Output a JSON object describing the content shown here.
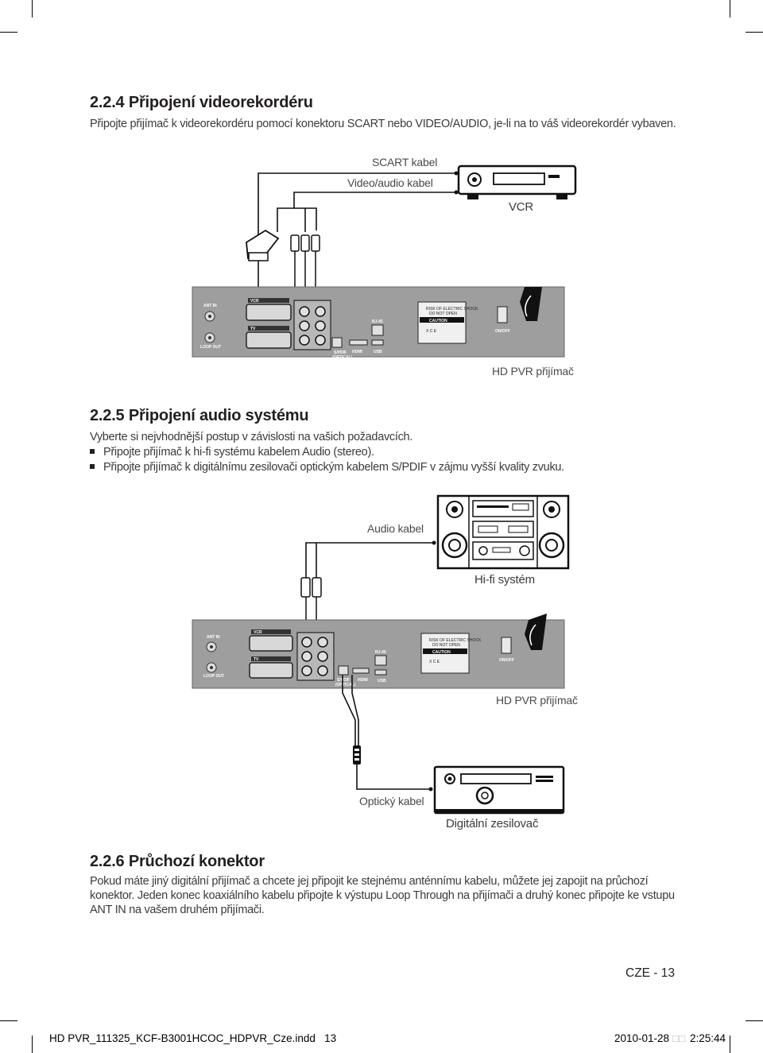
{
  "section_224": {
    "heading": "2.2.4 Připojení videorekordéru",
    "text": "Připojte přijímač k videorekordéru pomocí konektoru SCART nebo VIDEO/AUDIO, je-li na to váš videorekordér vybaven."
  },
  "diagram1": {
    "scart_label": "SCART kabel",
    "av_label": "Video/audio kabel",
    "vcr_label": "VCR",
    "receiver_label": "HD PVR přijímač"
  },
  "section_225": {
    "heading": "2.2.5 Připojení audio systému",
    "intro": "Vyberte si nejvhodnější postup v závislosti na vašich požadavcích.",
    "bullets": [
      "Připojte přijímač k hi-fi systému kabelem Audio (stereo).",
      "Připojte přijímač k digitálnímu zesilovači optickým kabelem S/PDIF v zájmu vyšší kvality zvuku."
    ]
  },
  "diagram2": {
    "audio_label": "Audio kabel",
    "hifi_label": "Hi-fi systém",
    "receiver_label": "HD PVR přijímač",
    "optical_label": "Optický kabel",
    "amp_label": "Digitální zesilovač"
  },
  "panel_labels": {
    "ant_in": "ANT IN",
    "loop_out": "LOOP OUT",
    "vcr": "VCR",
    "tv": "TV",
    "rj45": "RJ-45",
    "hdmi": "HDMI",
    "usb": "USB",
    "spdif": "S/PDIF",
    "optical": "(OPTICAL)",
    "onoff": "ON/OFF",
    "caution": "CAUTION",
    "warn1": "RISK OF ELECTRIC SHOCK",
    "warn2": "DO NOT OPEN"
  },
  "section_226": {
    "heading": "2.2.6 Průchozí konektor",
    "lines": [
      "Pokud máte jiný digitální přijímač a chcete jej připojit ke stejnému anténnímu kabelu, můžete jej zapojit na průchozí",
      "konektor. Jeden konec koaxiálního kabelu připojte k výstupu Loop Through na přijímači a druhý konec připojte ke vstupu",
      "ANT IN na vašem druhém přijímači."
    ]
  },
  "page_number": "CZE - 13",
  "footer": {
    "file": "HD PVR_111325_KCF-B3001HCOC_HDPVR_Cze.indd   13",
    "date": "2010-01-28",
    "squares": "□□",
    "time": "2:25:44"
  }
}
